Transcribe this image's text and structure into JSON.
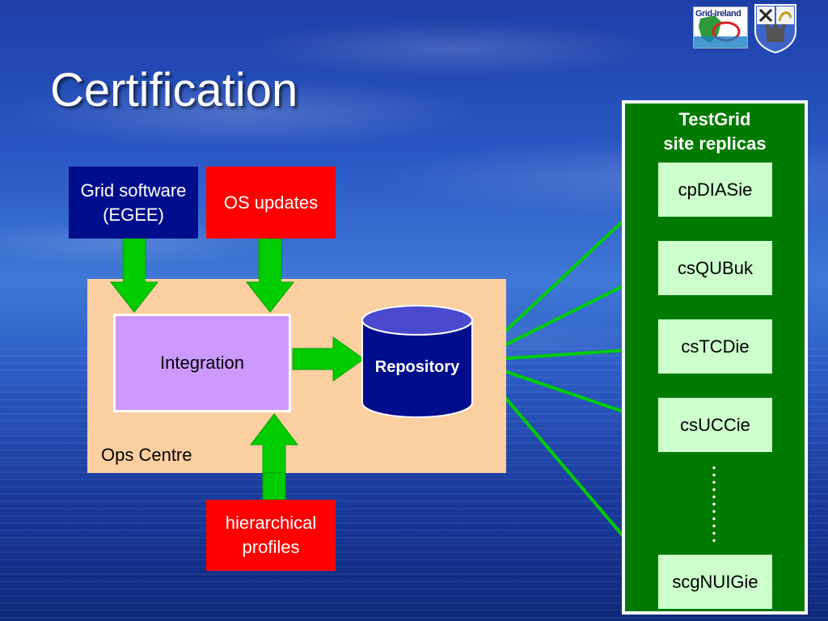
{
  "slide": {
    "title": "Certification"
  },
  "logos": {
    "grid_ireland_text": "Grid-Ireland",
    "grid_ireland_icon": "grid-ireland-logo",
    "crest_icon": "university-crest"
  },
  "inputs": {
    "grid_software_line1": "Grid software",
    "grid_software_line2": "(EGEE)",
    "os_updates": "OS updates",
    "hierarchical_line1": "hierarchical",
    "hierarchical_line2": "profiles"
  },
  "ops_centre": {
    "label": "Ops Centre",
    "integration": "Integration",
    "repository": "Repository"
  },
  "testgrid": {
    "title_line1": "TestGrid",
    "title_line2": "site replicas",
    "sites": [
      "cpDIASie",
      "csQUBuk",
      "csTCDie",
      "csUCCie",
      "scgNUIGie"
    ]
  },
  "colors": {
    "blue_box": "#000e8c",
    "red_box": "#ff0000",
    "ops_fill": "#fccfa1",
    "integration_fill": "#cc99ff",
    "repository_fill": "#000e8c",
    "panel_green": "#007a00",
    "site_fill": "#ccffcc",
    "arrow_green": "#00cc00"
  }
}
